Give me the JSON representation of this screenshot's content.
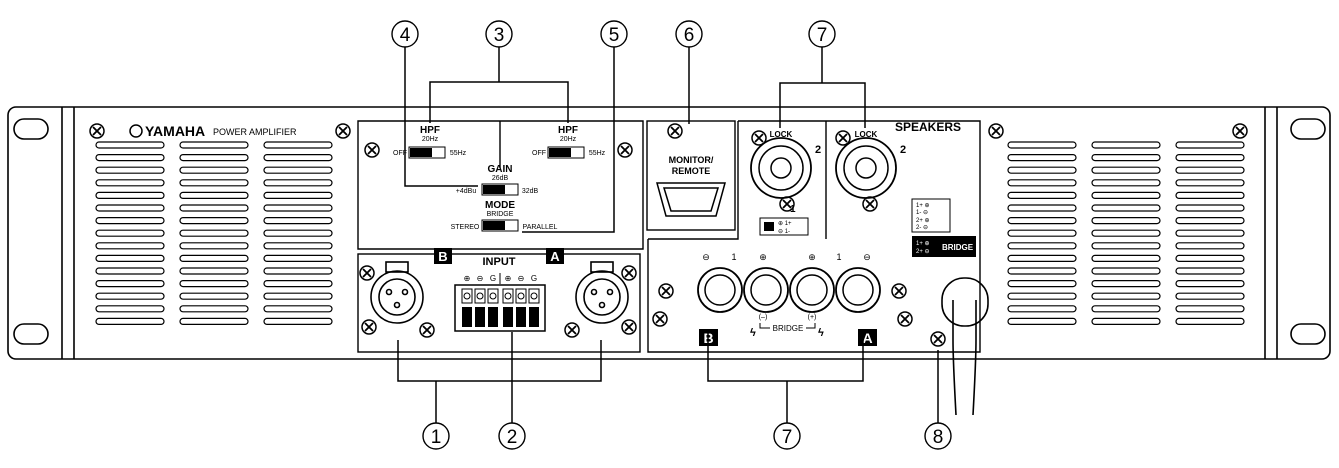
{
  "callouts": [
    "1",
    "2",
    "3",
    "4",
    "5",
    "6",
    "7",
    "7",
    "8"
  ],
  "brand": {
    "name": "YAMAHA",
    "model": "POWER AMPLIFIER"
  },
  "hpf": {
    "label": "HPF",
    "freq_top": "20Hz",
    "off": "OFF",
    "freq_on": "55Hz"
  },
  "gain": {
    "label": "GAIN",
    "mid": "26dB",
    "left": "+4dBu",
    "right": "32dB"
  },
  "mode": {
    "label": "MODE",
    "mid": "BRIDGE",
    "left": "STEREO",
    "right": "PARALLEL"
  },
  "monitor": {
    "line1": "MONITOR/",
    "line2": "REMOTE"
  },
  "input": {
    "label": "INPUT",
    "ch_b": "B",
    "ch_a": "A",
    "euro_pins": [
      "⊕",
      "⊖",
      "G",
      "⊕",
      "⊖",
      "G"
    ]
  },
  "speakers": {
    "label": "SPEAKERS",
    "lock": "LOCK",
    "pin2": "2",
    "pin1": "1",
    "ch_b_legend": [
      "⊕ 1+",
      "⊖ 1-"
    ],
    "ch_a_legend": [
      "1+ ⊕",
      "1- ⊖",
      "2+ ⊕",
      "2- ⊖"
    ],
    "bridge_legend": [
      "1+ ⊕",
      "2+ ⊖"
    ],
    "bridge_label": "BRIDGE",
    "jack_labels": [
      "⊖",
      "1",
      "⊕",
      "⊕",
      "1",
      "⊖"
    ],
    "bridge_minus": "(–)",
    "bridge_plus": "(+)",
    "bridge_text": "BRIDGE"
  }
}
